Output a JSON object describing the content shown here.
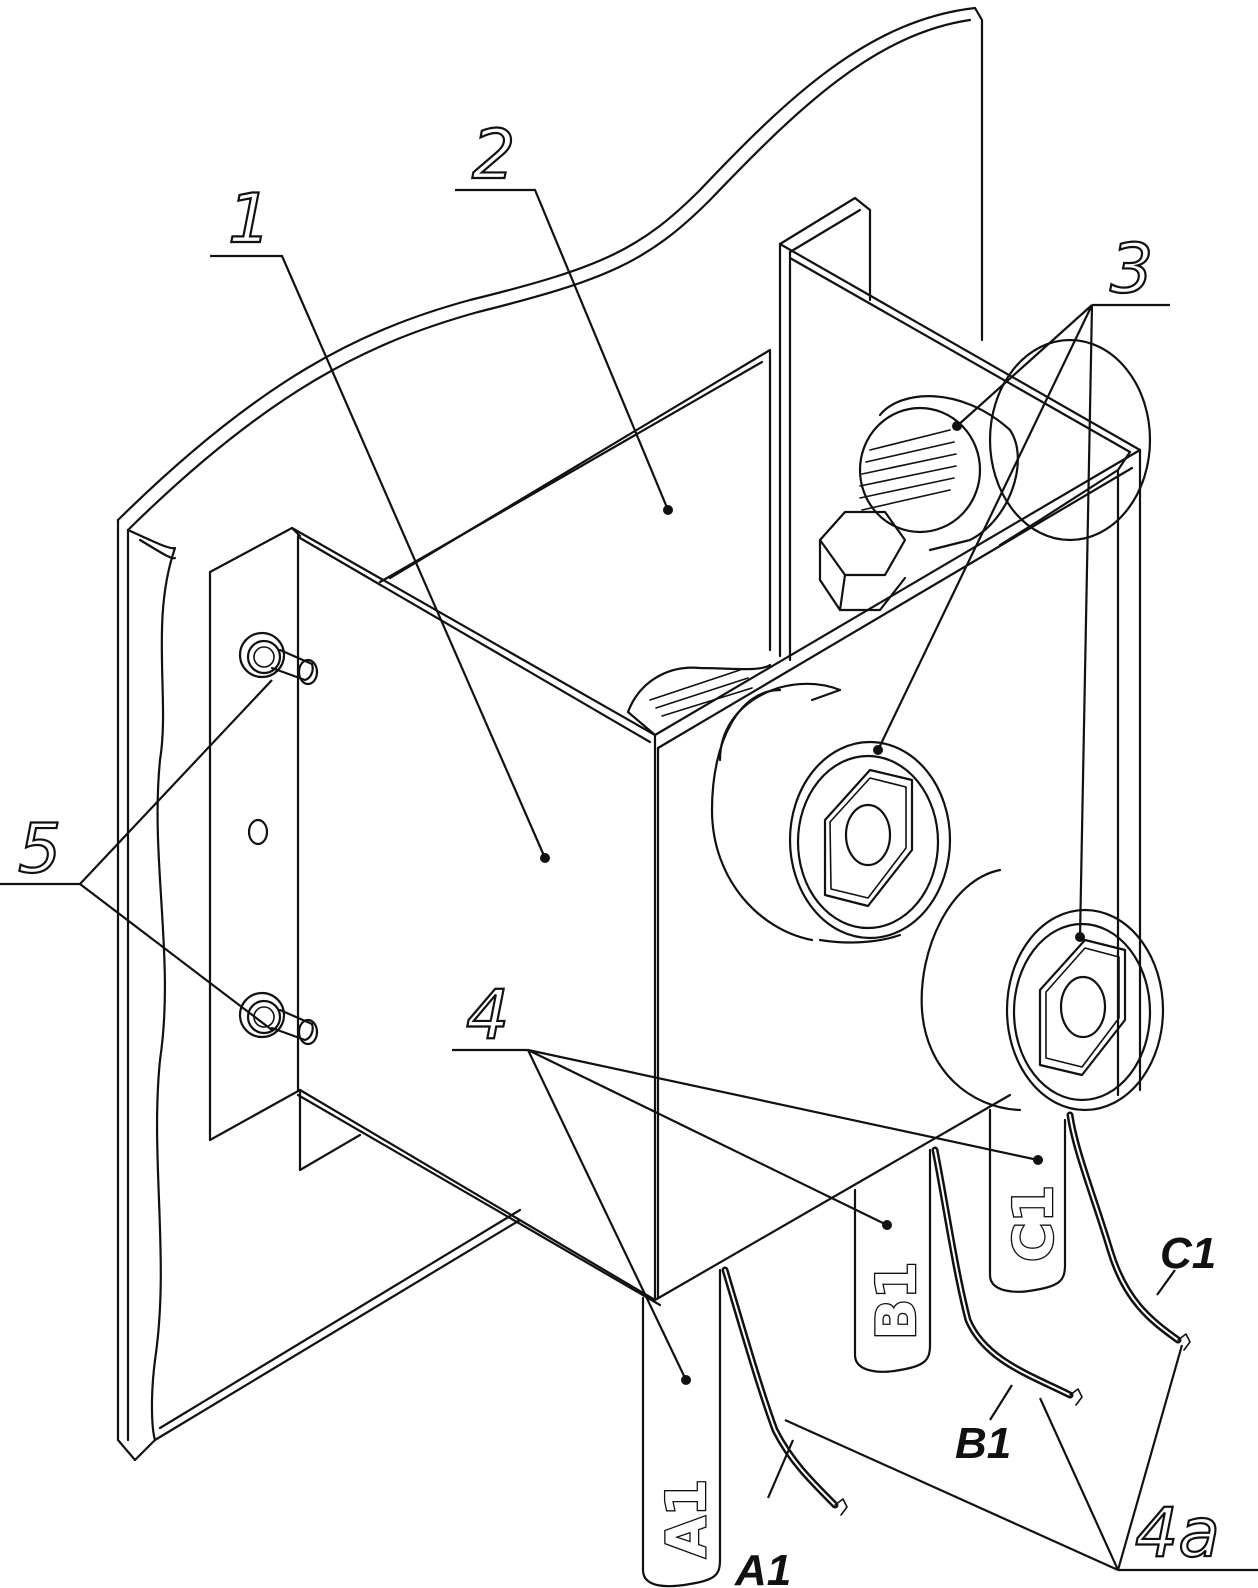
{
  "callouts": {
    "c1": "1",
    "c2": "2",
    "c3": "3",
    "c4": "4",
    "c5": "5",
    "c4a": "4a"
  },
  "terminal_tags": {
    "a": "A1",
    "b": "B1",
    "c": "C1"
  },
  "wire_labels": {
    "a": "A1",
    "b": "B1",
    "c": "C1"
  }
}
